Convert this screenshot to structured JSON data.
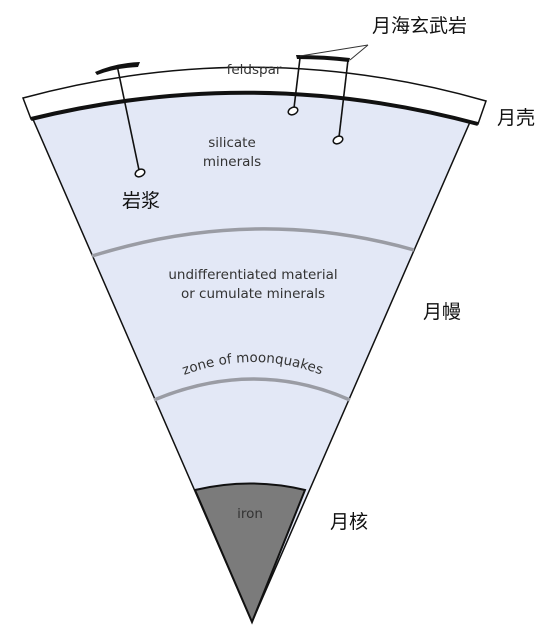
{
  "labels": {
    "feldspar": "feldspar",
    "mare_basalt": "月海玄武岩",
    "crust": "月壳",
    "silicate_line1": "silicate",
    "silicate_line2": "minerals",
    "magma": "岩浆",
    "undiff_line1": "undifferentiated material",
    "undiff_line2": "or cumulate minerals",
    "mantle": "月幔",
    "moonquakes": "zone of moonquakes",
    "iron": "iron",
    "core": "月核"
  },
  "colors": {
    "mantle_fill": "#e3e8f6",
    "crust_fill": "#ffffff",
    "core_fill": "#7b7b7b",
    "boundary_grey": "#9a9ca4",
    "outline": "#111111"
  }
}
